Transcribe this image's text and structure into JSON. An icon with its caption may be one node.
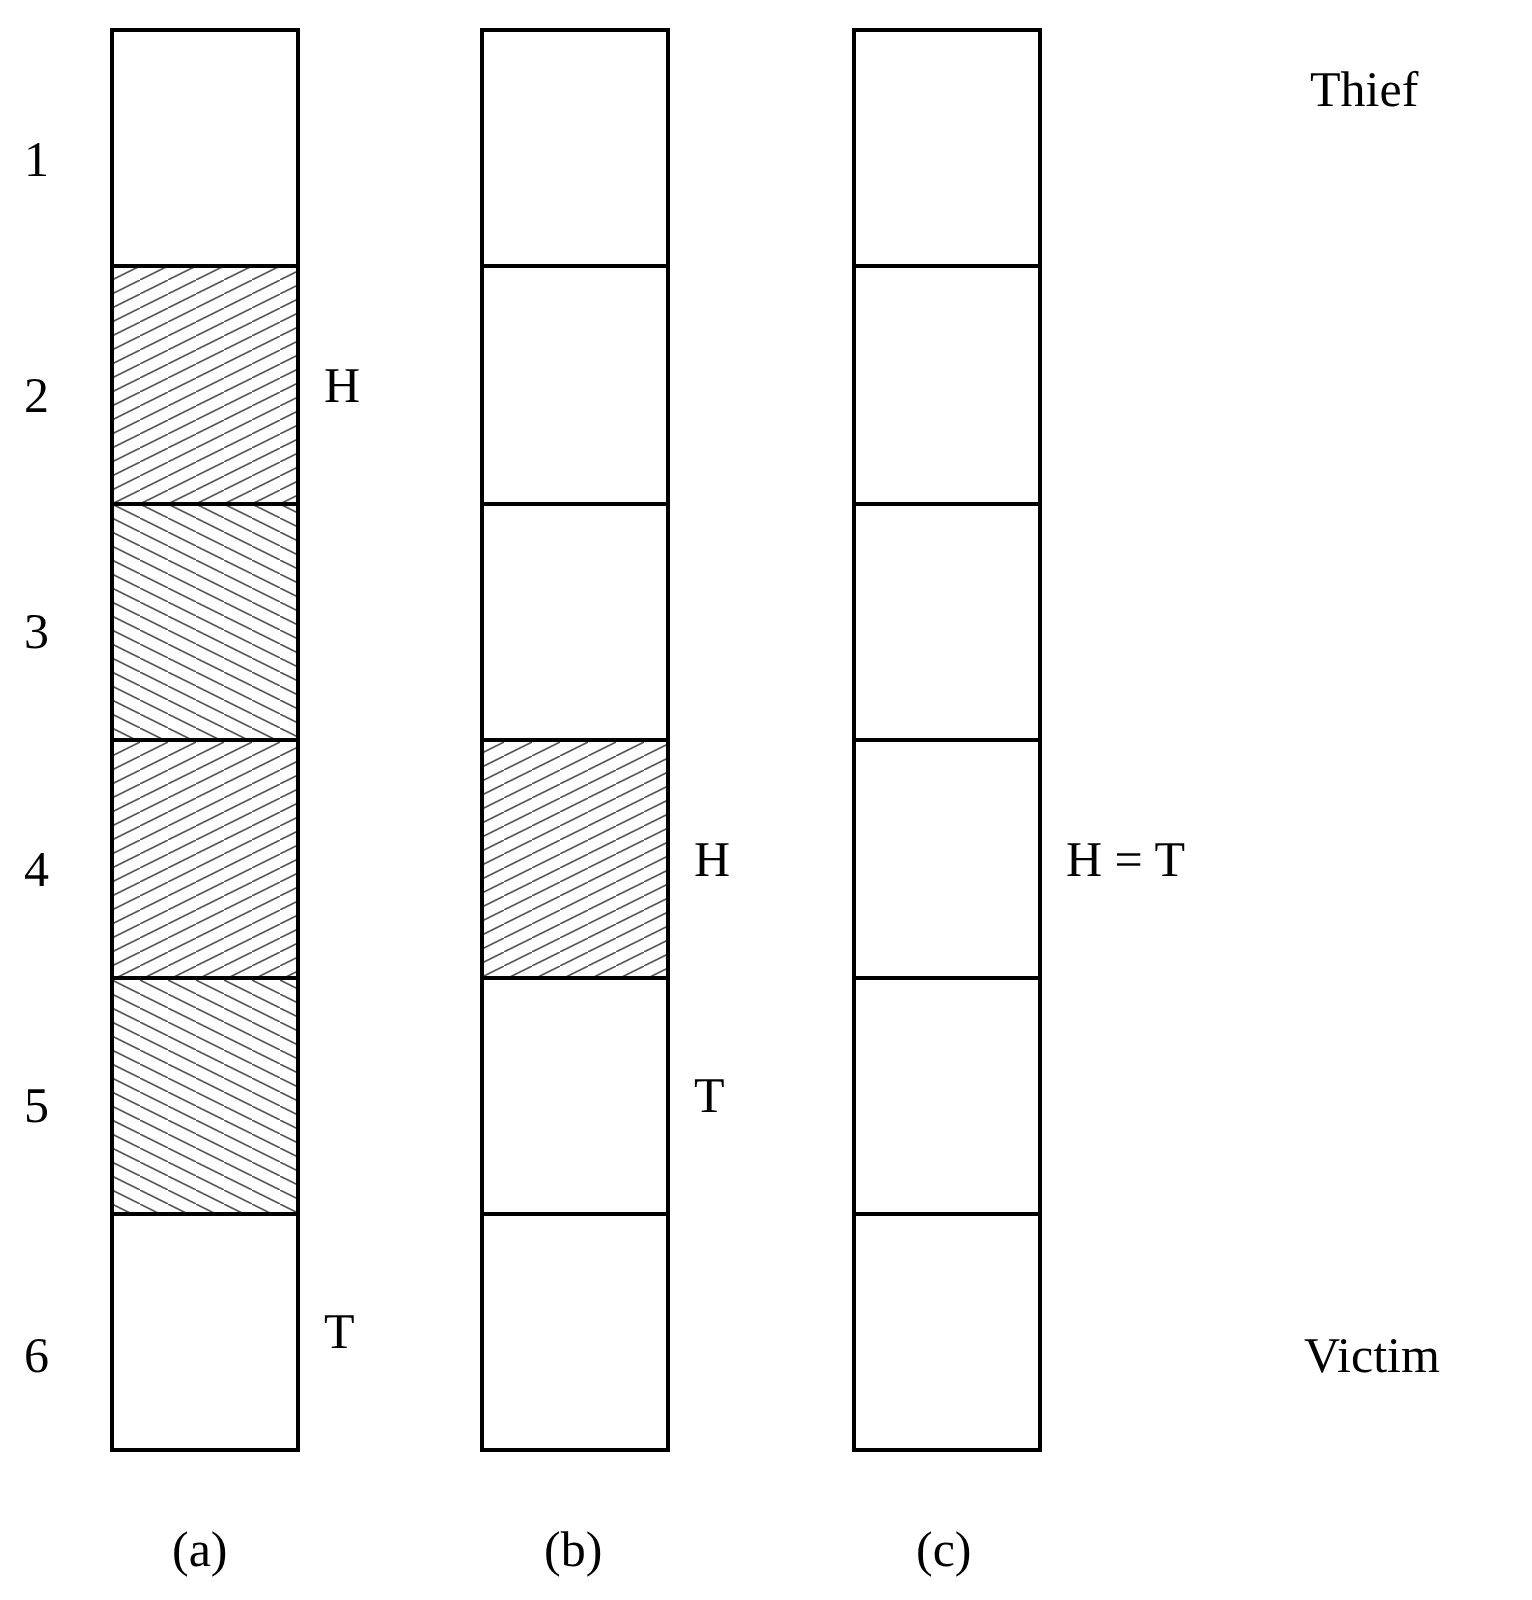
{
  "diagram": {
    "nodes": [
      {
        "text": [],
        "shape": "box"
      },
      {
        "text": [],
        "shape": "box",
        "beside": [
          "H"
        ]
      },
      {
        "text": [],
        "shape": "box"
      },
      {
        "text": [],
        "shape": "box"
      },
      {
        "text": [],
        "shape": "box"
      },
      {
        "text": [],
        "shape": "box",
        "beside": [
          "T"
        ]
      },
      {
        "text": [],
        "shape": "box"
      },
      {
        "text": [],
        "shape": "box"
      },
      {
        "text": [],
        "shape": "box"
      },
      {
        "text": [],
        "shape": "box",
        "beside": [
          "H"
        ]
      },
      {
        "text": [],
        "shape": "box",
        "beside": [
          "T"
        ]
      },
      {
        "text": [],
        "shape": "box"
      },
      {
        "text": [],
        "shape": "box"
      },
      {
        "text": [],
        "shape": "box"
      },
      {
        "text": [],
        "shape": "box"
      },
      {
        "text": [],
        "shape": "box",
        "beside": [
          "H = T"
        ]
      },
      {
        "text": [],
        "shape": "box"
      },
      {
        "text": [],
        "shape": "box"
      }
    ],
    "labels": [
      "Thief",
      "1",
      "2",
      "3",
      "4",
      "5",
      "6",
      "Victim",
      "(a)",
      "(b)",
      "(c)"
    ]
  }
}
